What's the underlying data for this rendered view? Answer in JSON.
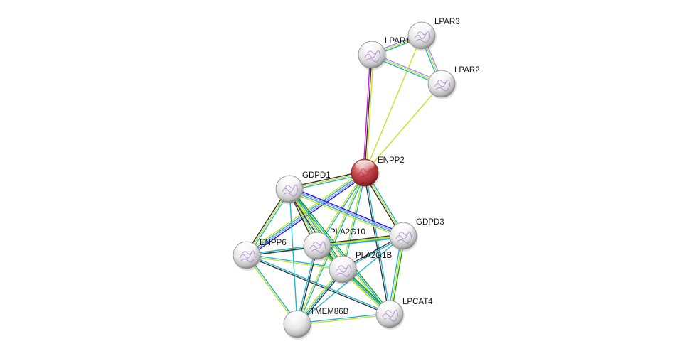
{
  "diagram": {
    "type": "protein-interaction-network",
    "query_protein": "ENPP2",
    "colors": {
      "query_node": "#c0393b",
      "other_node": "#e6e6e6",
      "edge_textmining": "#c7e02a",
      "edge_database": "#1fb3d2",
      "edge_coexpression": "#333333",
      "edge_experiments": "#d11ad1",
      "edge_homology": "#9b8cff",
      "edge_neighborhood": "#1a9e1a",
      "edge_gene_fusion": "#1a1aee"
    },
    "nodes": [
      {
        "id": "ENPP2",
        "label": "ENPP2",
        "query": true,
        "structure": true
      },
      {
        "id": "LPAR1",
        "label": "LPAR1",
        "query": false,
        "structure": true
      },
      {
        "id": "LPAR3",
        "label": "LPAR3",
        "query": false,
        "structure": true
      },
      {
        "id": "LPAR2",
        "label": "LPAR2",
        "query": false,
        "structure": true
      },
      {
        "id": "GDPD1",
        "label": "GDPD1",
        "query": false,
        "structure": true
      },
      {
        "id": "GDPD3",
        "label": "GDPD3",
        "query": false,
        "structure": true
      },
      {
        "id": "ENPP6",
        "label": "ENPP6",
        "query": false,
        "structure": true
      },
      {
        "id": "PLA2G10",
        "label": "PLA2G10",
        "query": false,
        "structure": true
      },
      {
        "id": "PLA2G1B",
        "label": "PLA2G1B",
        "query": false,
        "structure": true
      },
      {
        "id": "TMEM86B",
        "label": "TMEM86B",
        "query": false,
        "structure": false
      },
      {
        "id": "LPCAT4",
        "label": "LPCAT4",
        "query": false,
        "structure": true
      }
    ],
    "edges": [
      {
        "a": "ENPP2",
        "b": "LPAR1",
        "types": [
          "experiments",
          "coexpression",
          "textmining"
        ]
      },
      {
        "a": "ENPP2",
        "b": "LPAR3",
        "types": [
          "textmining"
        ]
      },
      {
        "a": "ENPP2",
        "b": "LPAR2",
        "types": [
          "textmining"
        ]
      },
      {
        "a": "LPAR1",
        "b": "LPAR3",
        "types": [
          "homology",
          "textmining",
          "database"
        ]
      },
      {
        "a": "LPAR1",
        "b": "LPAR2",
        "types": [
          "homology",
          "textmining",
          "database"
        ]
      },
      {
        "a": "LPAR3",
        "b": "LPAR2",
        "types": [
          "homology",
          "textmining",
          "database"
        ]
      },
      {
        "a": "ENPP2",
        "b": "GDPD1",
        "types": [
          "database",
          "textmining",
          "coexpression"
        ]
      },
      {
        "a": "ENPP2",
        "b": "GDPD3",
        "types": [
          "database",
          "textmining",
          "coexpression"
        ]
      },
      {
        "a": "ENPP2",
        "b": "ENPP6",
        "types": [
          "gene_fusion",
          "homology",
          "database",
          "textmining"
        ]
      },
      {
        "a": "ENPP2",
        "b": "PLA2G10",
        "types": [
          "database",
          "textmining"
        ]
      },
      {
        "a": "ENPP2",
        "b": "PLA2G1B",
        "types": [
          "database",
          "textmining"
        ]
      },
      {
        "a": "ENPP2",
        "b": "TMEM86B",
        "types": [
          "database",
          "textmining"
        ]
      },
      {
        "a": "ENPP2",
        "b": "LPCAT4",
        "types": [
          "database",
          "coexpression"
        ]
      },
      {
        "a": "GDPD1",
        "b": "GDPD3",
        "types": [
          "gene_fusion",
          "homology",
          "database",
          "textmining"
        ]
      },
      {
        "a": "GDPD1",
        "b": "ENPP6",
        "types": [
          "database",
          "textmining",
          "coexpression"
        ]
      },
      {
        "a": "GDPD1",
        "b": "PLA2G10",
        "types": [
          "database",
          "textmining",
          "coexpression"
        ]
      },
      {
        "a": "GDPD1",
        "b": "PLA2G1B",
        "types": [
          "neighborhood",
          "database",
          "textmining",
          "coexpression"
        ]
      },
      {
        "a": "GDPD1",
        "b": "TMEM86B",
        "types": [
          "database"
        ]
      },
      {
        "a": "GDPD1",
        "b": "LPCAT4",
        "types": [
          "neighborhood",
          "database",
          "textmining"
        ]
      },
      {
        "a": "GDPD3",
        "b": "ENPP6",
        "types": [
          "database",
          "textmining"
        ]
      },
      {
        "a": "GDPD3",
        "b": "PLA2G10",
        "types": [
          "database",
          "textmining",
          "coexpression"
        ]
      },
      {
        "a": "GDPD3",
        "b": "PLA2G1B",
        "types": [
          "database",
          "coexpression"
        ]
      },
      {
        "a": "GDPD3",
        "b": "LPCAT4",
        "types": [
          "neighborhood",
          "textmining",
          "database"
        ]
      },
      {
        "a": "GDPD3",
        "b": "TMEM86B",
        "types": [
          "database"
        ]
      },
      {
        "a": "ENPP6",
        "b": "PLA2G10",
        "types": [
          "database",
          "coexpression"
        ]
      },
      {
        "a": "ENPP6",
        "b": "PLA2G1B",
        "types": [
          "database",
          "textmining"
        ]
      },
      {
        "a": "ENPP6",
        "b": "TMEM86B",
        "types": [
          "database",
          "textmining"
        ]
      },
      {
        "a": "ENPP6",
        "b": "LPCAT4",
        "types": [
          "database",
          "coexpression"
        ]
      },
      {
        "a": "PLA2G10",
        "b": "PLA2G1B",
        "types": [
          "database",
          "textmining"
        ]
      },
      {
        "a": "PLA2G10",
        "b": "TMEM86B",
        "types": [
          "coexpression",
          "database"
        ]
      },
      {
        "a": "PLA2G10",
        "b": "LPCAT4",
        "types": [
          "neighborhood",
          "database",
          "textmining"
        ]
      },
      {
        "a": "PLA2G1B",
        "b": "TMEM86B",
        "types": [
          "coexpression",
          "database",
          "textmining"
        ]
      },
      {
        "a": "PLA2G1B",
        "b": "LPCAT4",
        "types": [
          "neighborhood",
          "database",
          "textmining"
        ]
      },
      {
        "a": "TMEM86B",
        "b": "LPCAT4",
        "types": [
          "database",
          "textmining"
        ]
      }
    ]
  }
}
